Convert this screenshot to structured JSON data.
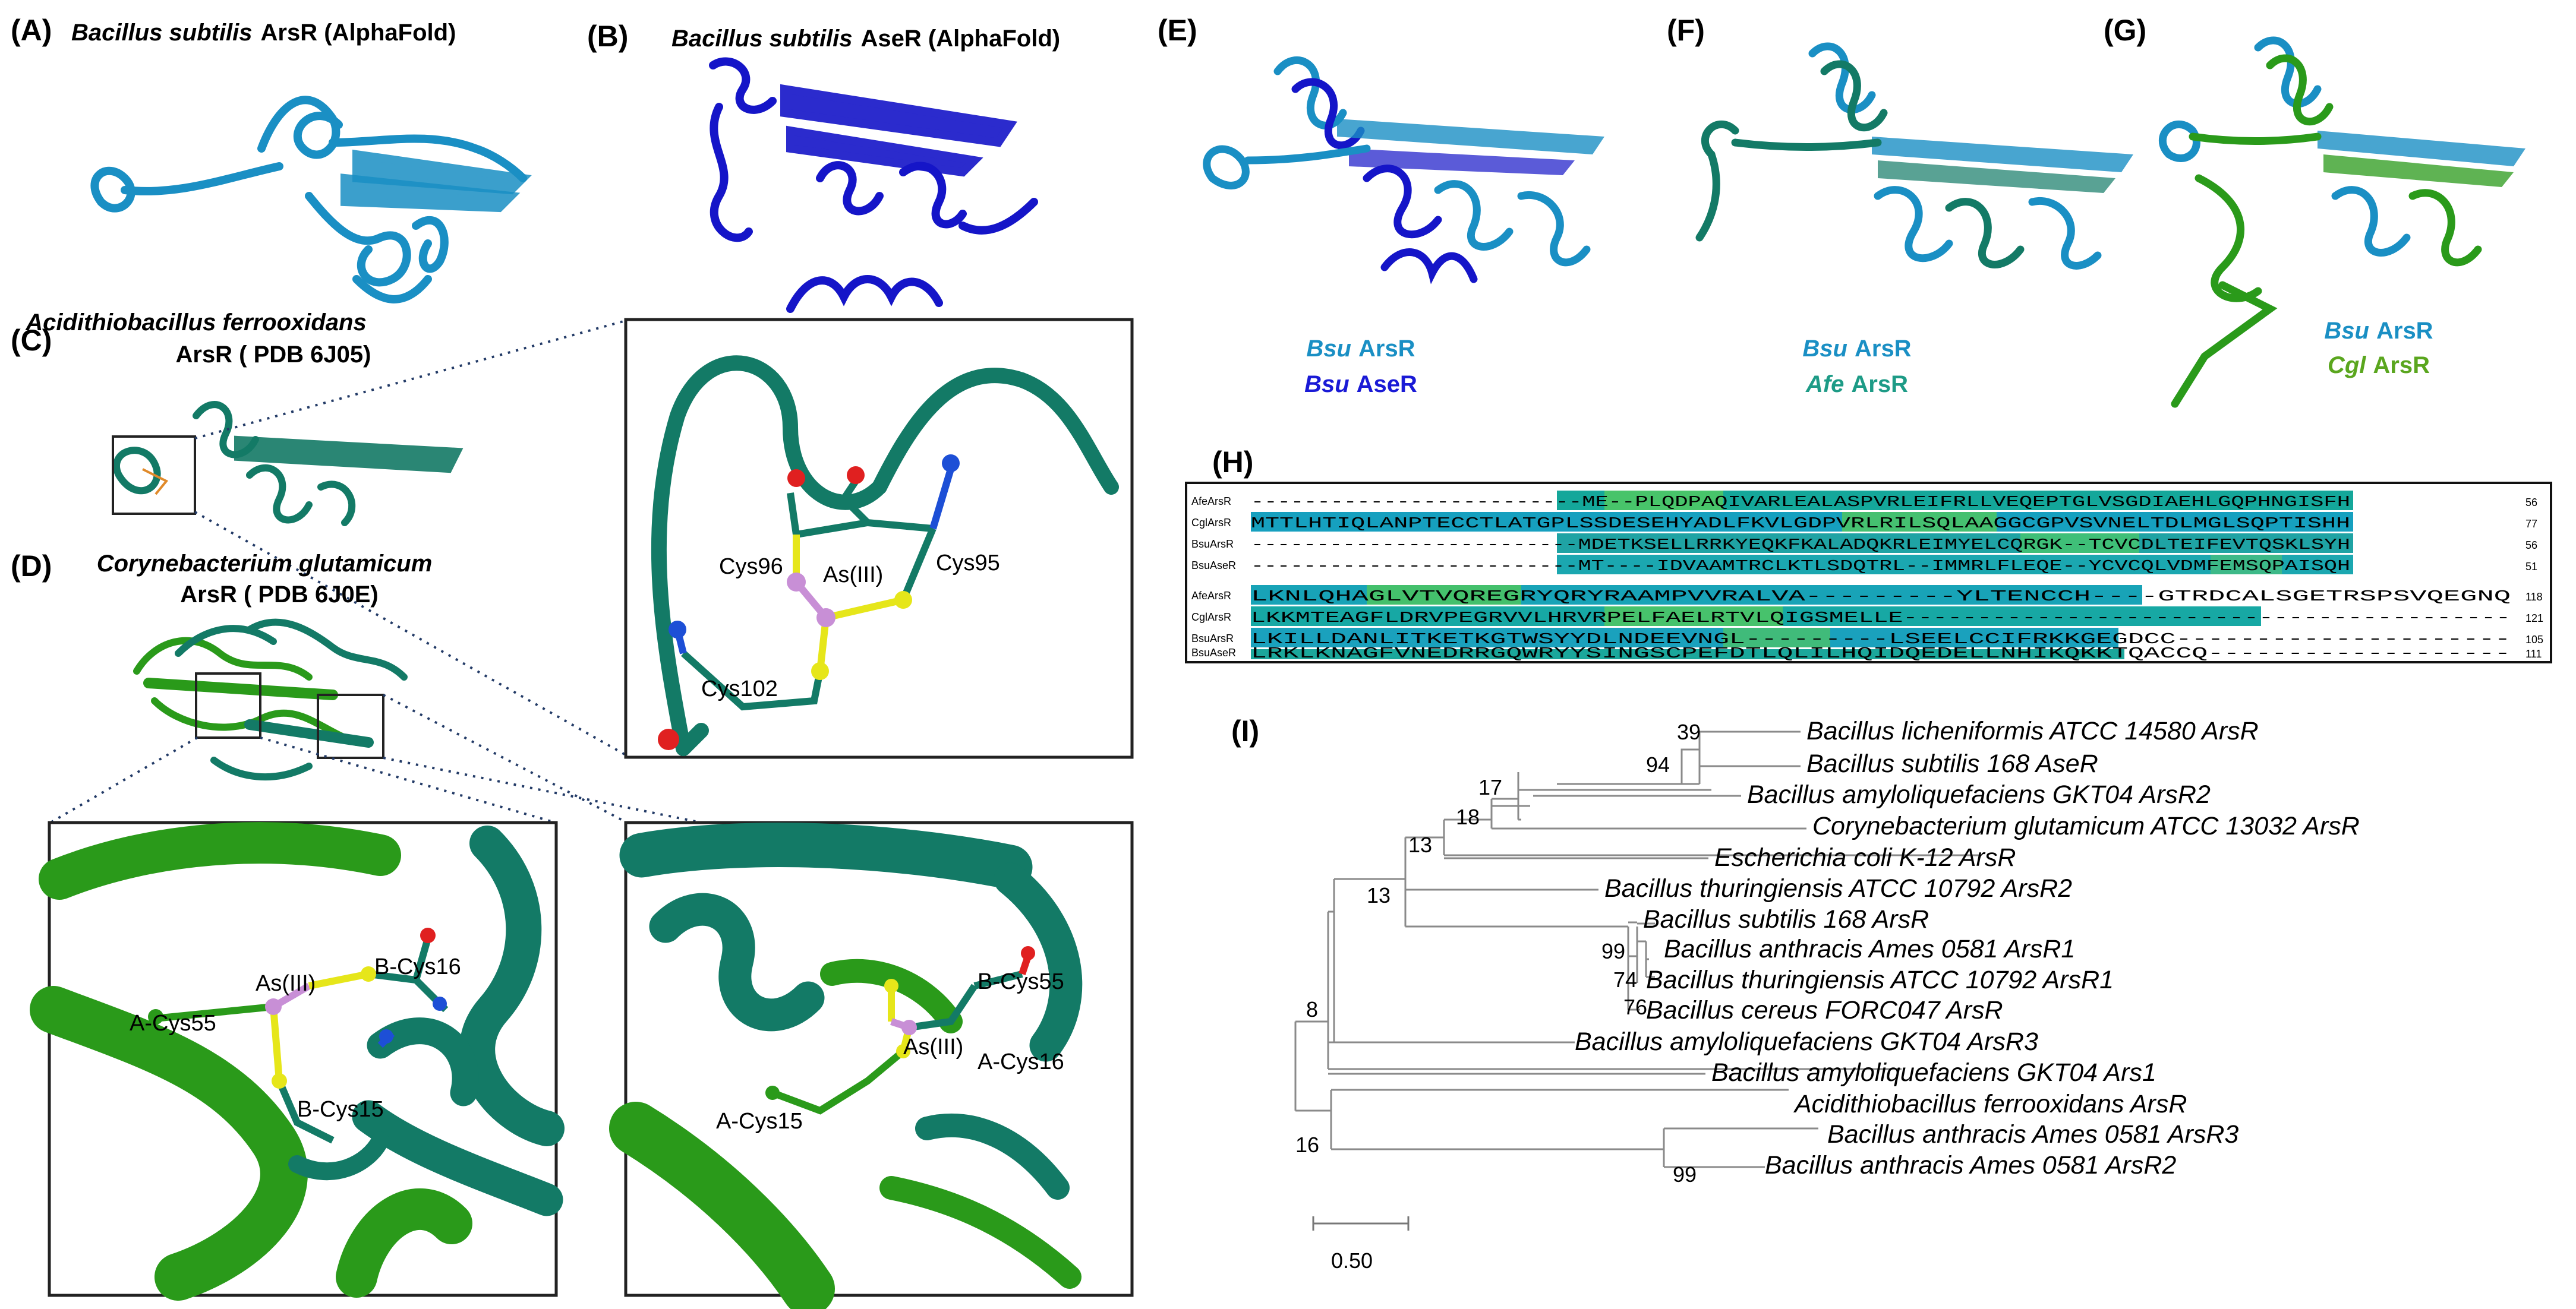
{
  "panels": {
    "A": {
      "label": "(A)",
      "species": "Bacillus subtilis",
      "title_rest": "ArsR (AlphaFold)"
    },
    "B": {
      "label": "(B)",
      "species": "Bacillus subtilis",
      "title_rest": "AseR (AlphaFold)"
    },
    "C": {
      "label": "(C)",
      "species": "Acidithiobacillus ferrooxidans",
      "title_rest": "ArsR ( PDB 6J05)"
    },
    "D": {
      "label": "(D)",
      "species": "Corynebacterium glutamicum",
      "title_rest": "ArsR ( PDB 6J0E)"
    },
    "E": {
      "label": "(E)"
    },
    "F": {
      "label": "(F)"
    },
    "G": {
      "label": "(G)"
    },
    "H": {
      "label": "(H)"
    },
    "I": {
      "label": "(I)"
    }
  },
  "legends": {
    "E": [
      {
        "abbr": "Bsu",
        "rest": "ArsR",
        "color": "#1a8fc4"
      },
      {
        "abbr": "Bsu",
        "rest": "AseR",
        "color": "#1a1ad6"
      }
    ],
    "F": [
      {
        "abbr": "Bsu",
        "rest": "ArsR",
        "color": "#1a8fc4"
      },
      {
        "abbr": "Afe",
        "rest": "ArsR",
        "color": "#1d9b86"
      }
    ],
    "G": [
      {
        "abbr": "Bsu",
        "rest": "ArsR",
        "color": "#1a8fc4"
      },
      {
        "abbr": "Cgl",
        "rest": "ArsR",
        "color": "#5aa61e"
      }
    ]
  },
  "residues_c_zoom": [
    "Cys96",
    "As(III)",
    "Cys95",
    "Cys102"
  ],
  "residues_d_left": [
    "As(III)",
    "B-Cys16",
    "A-Cys55",
    "B-Cys15"
  ],
  "residues_d_right": [
    "B-Cys55",
    "As(III)",
    "A-Cys16",
    "A-Cys15"
  ],
  "alignment": {
    "block1": [
      {
        "name": "AfeArsR",
        "seq": "-------------------------ME--PLQDPAQIVARLEALASPVRLEIFRLLVEQEPTGLVSGDIAEHLGQPHNGISFH",
        "end": "56"
      },
      {
        "name": "CglArsR",
        "seq": "MTTLHTIQLANPTECCTLATGPLSSDESEHYADLFKVLGDPVRLRILSQLAAGGCGPVSVNELTDLMGLSQPTISHH",
        "end": "77"
      },
      {
        "name": "BsuArsR",
        "seq": "-------------------------MDETKSELLRRKYEQKFKALADQKRLEIMYELCQRGK--TCVCDLTEIFEVTQSKLSYH",
        "end": "56"
      },
      {
        "name": "BsuAseR",
        "seq": "-------------------------MT----IDVAAMTRCLKTLSDQTRL--IMMRLFLEQE--YCVCQLVDMFEMSQPAISQH",
        "end": "51"
      }
    ],
    "block2": [
      {
        "name": "AfeArsR",
        "seq": "LKNLQHAGLVTVQREGRYQRYRAAMPVVRALVA---------YLTENCCH----GTRDCALSGETRSPSVQEGNQ",
        "end": "118"
      },
      {
        "name": "CglArsR",
        "seq": "LKKMTEAGFLDRVPEGRVVLHRVRPELFAELRTVLQIGSMELLE-----------------------------------------",
        "end": "121"
      },
      {
        "name": "BsuArsR",
        "seq": "LKILLDANLITKETKGTWSYYDLNDEEVNGL---------LSEELCCIFRKKGEGDCC---------------------",
        "end": "105"
      },
      {
        "name": "BsuAseR",
        "seq": "LRKLKNAGFVNEDRRGQWRYYSINGSCPEFDTLQLILHQIDQEDELLNHIKQKKTQACCQ-------------------",
        "end": "111"
      }
    ]
  },
  "tree": {
    "leaves": [
      "Bacillus licheniformis ATCC 14580 ArsR",
      "Bacillus subtilis 168 AseR",
      "Bacillus amyloliquefaciens GKT04 ArsR2",
      "Corynebacterium glutamicum ATCC 13032 ArsR",
      "Escherichia coli K-12 ArsR",
      "Bacillus thuringiensis ATCC 10792 ArsR2",
      "Bacillus subtilis 168 ArsR",
      "Bacillus anthracis Ames 0581 ArsR1",
      "Bacillus thuringiensis ATCC 10792 ArsR1",
      "Bacillus cereus FORC047 ArsR",
      "Bacillus amyloliquefaciens GKT04 ArsR3",
      "Bacillus amyloliquefaciens GKT04 Ars1",
      "Acidithiobacillus ferrooxidans ArsR",
      "Bacillus anthracis Ames 0581 ArsR3",
      "Bacillus anthracis Ames 0581 ArsR2"
    ],
    "bootstrap": [
      "39",
      "94",
      "17",
      "18",
      "13",
      "13",
      "99",
      "74",
      "76",
      "8",
      "16",
      "99"
    ],
    "scale_label": "0.50"
  },
  "colors": {
    "bsu_arsr": "#1a8fc4",
    "bsu_aser": "#1515c8",
    "afe_arsr": "#137a66",
    "cgl_arsr": "#2a9a1a",
    "as_atom": "#c88fd6",
    "sulfur": "#e6e61a"
  }
}
